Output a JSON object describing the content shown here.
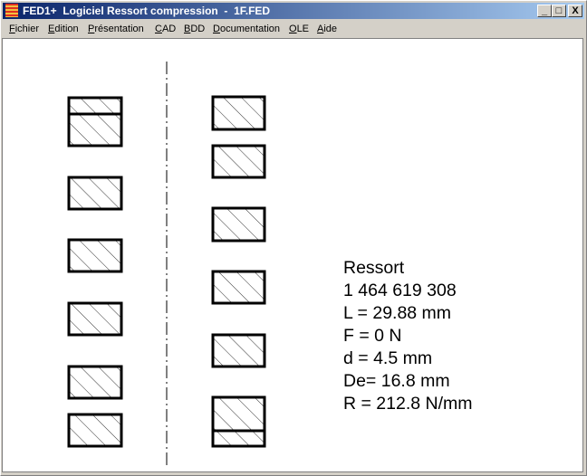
{
  "window": {
    "title": "FED1+  Logiciel Ressort compression  -  1F.FED",
    "minimize_label": "_",
    "maximize_label": "□",
    "close_label": "X"
  },
  "menu": [
    "Fichier",
    "Edition",
    "Présentation",
    "CAD",
    "BDD",
    "Documentation",
    "OLE",
    "Aide"
  ],
  "info": {
    "title": "Ressort",
    "reference": "1 464 619 308",
    "length": "L = 29.88 mm",
    "force": "F = 0 N",
    "wire_diameter": "d = 4.5 mm",
    "outer_diameter": "De= 16.8 mm",
    "rate": "R = 212.8 N/mm"
  }
}
